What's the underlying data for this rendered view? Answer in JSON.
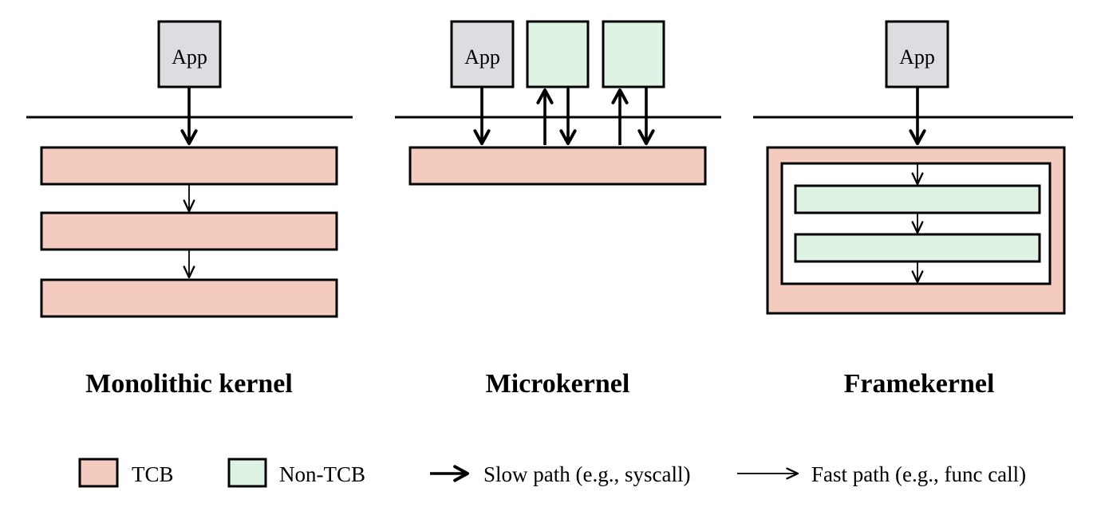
{
  "colors": {
    "tcb": "#F4CBBF",
    "non_tcb": "#DFF3E4",
    "app": "#DCDDE0",
    "stroke": "#000000",
    "background": "#FFFFFF"
  },
  "panels": [
    {
      "id": "monolithic",
      "title": "Monolithic kernel",
      "app_label": "App",
      "user_boxes": [
        "App"
      ],
      "kernel_layers": [
        "TCB",
        "TCB",
        "TCB"
      ],
      "paths": [
        "slow: App→TCB layer 1",
        "fast: layer 1→layer 2",
        "fast: layer 2→layer 3"
      ]
    },
    {
      "id": "microkernel",
      "title": "Microkernel",
      "app_label": "App",
      "user_boxes": [
        "App",
        "Non-TCB",
        "Non-TCB"
      ],
      "kernel_layers": [
        "TCB"
      ],
      "paths": [
        "slow: App→kernel",
        "slow: kernel→server 1",
        "slow: server 1→kernel",
        "slow: kernel→server 2",
        "slow: server 2→kernel"
      ]
    },
    {
      "id": "framekernel",
      "title": "Framekernel",
      "app_label": "App",
      "user_boxes": [
        "App"
      ],
      "kernel_layers": [
        "TCB (outer)",
        "Non-TCB",
        "Non-TCB"
      ],
      "paths": [
        "slow: App→kernel",
        "fast: into inner layer 1",
        "fast: layer 1→layer 2",
        "fast: layer 2→out"
      ]
    }
  ],
  "legend": [
    {
      "kind": "swatch",
      "name": "tcb",
      "label": "TCB"
    },
    {
      "kind": "swatch",
      "name": "non-tcb",
      "label": "Non-TCB"
    },
    {
      "kind": "arrow-thick",
      "name": "slow-path",
      "label": "Slow path (e.g., syscall)"
    },
    {
      "kind": "arrow-thin",
      "name": "fast-path",
      "label": "Fast path (e.g., func call)"
    }
  ]
}
